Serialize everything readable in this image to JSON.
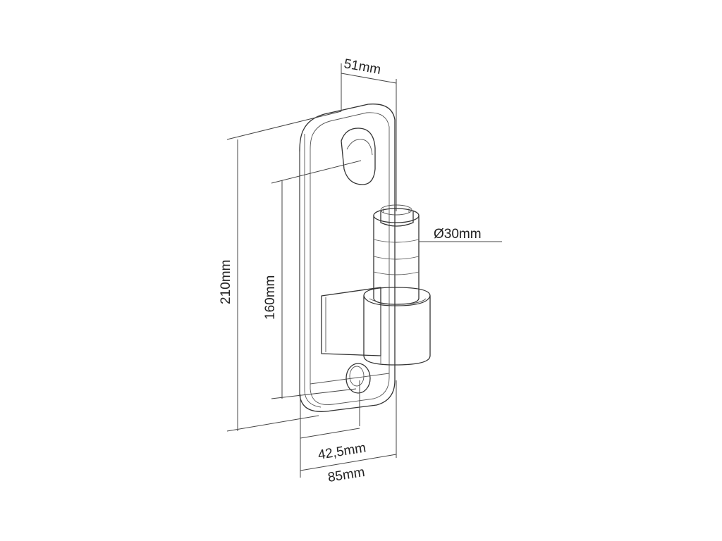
{
  "dimensions": {
    "depth": "51mm",
    "height_total": "210mm",
    "hole_spacing": "160mm",
    "pin_diameter": "Ø30mm",
    "half_width": "42,5mm",
    "width": "85mm"
  }
}
